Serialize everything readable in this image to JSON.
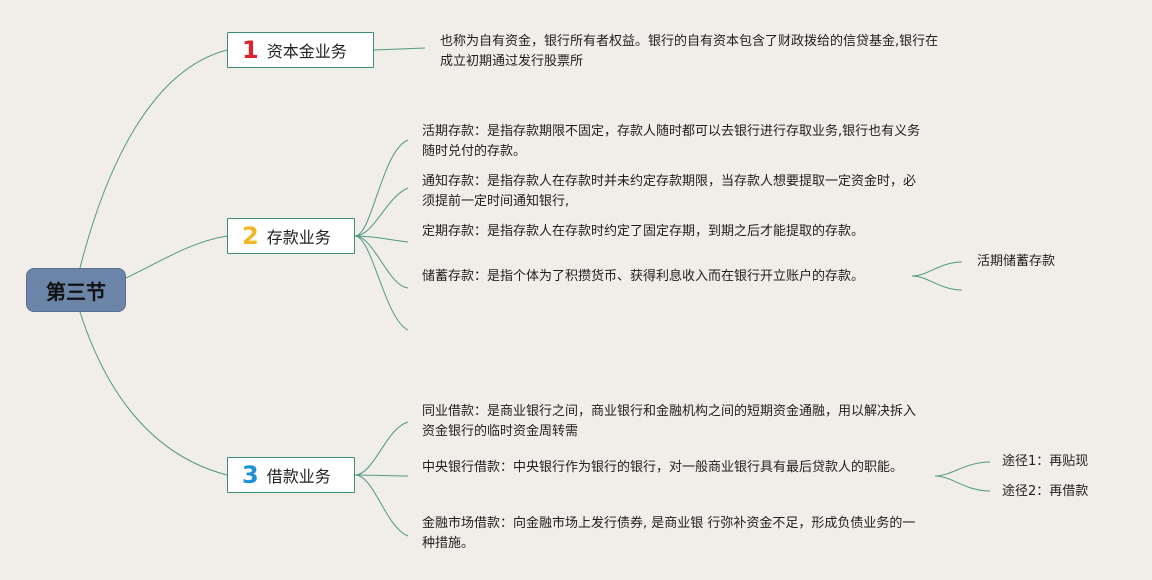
{
  "root": {
    "label": "第三节"
  },
  "branches": [
    {
      "num": "1",
      "label": "资本金业务",
      "items": [
        {
          "text": "也称为自有资金，银行所有者权益。银行的自有资本包含了财政拨给的信贷基金,银行在成立初期通过发行股票所"
        }
      ]
    },
    {
      "num": "2",
      "label": "存款业务",
      "items": [
        {
          "text": "活期存款：是指存款期限不固定，存款人随时都可以去银行进行存取业务,银行也有义务随时兑付的存款。"
        },
        {
          "text": "通知存款：是指存款人在存款时并未约定存款期限，当存款人想要提取一定资金时，必须提前一定时间通知银行,"
        },
        {
          "text": "定期存款：是指存款人在存款时约定了固定存期，到期之后才能提取的存款。"
        },
        {
          "text": "储蓄存款：是指个体为了积攒货币、获得利息收入而在银行开立账户的存款。",
          "children": [
            "活期储蓄存款"
          ]
        }
      ]
    },
    {
      "num": "3",
      "label": "借款业务",
      "items": [
        {
          "text": "同业借款：是商业银行之间，商业银行和金融机构之间的短期资金通融，用以解决拆入资金银行的临时资金周转需"
        },
        {
          "text": "中央银行借款：中央银行作为银行的银行，对一般商业银行具有最后贷款人的职能。",
          "children": [
            "途径1：再贴现",
            "途径2：再借款"
          ]
        },
        {
          "text": "金融市场借款：向金融市场上发行债券, 是商业银 行弥补资金不足，形成负债业务的一种措施。"
        }
      ]
    }
  ]
}
